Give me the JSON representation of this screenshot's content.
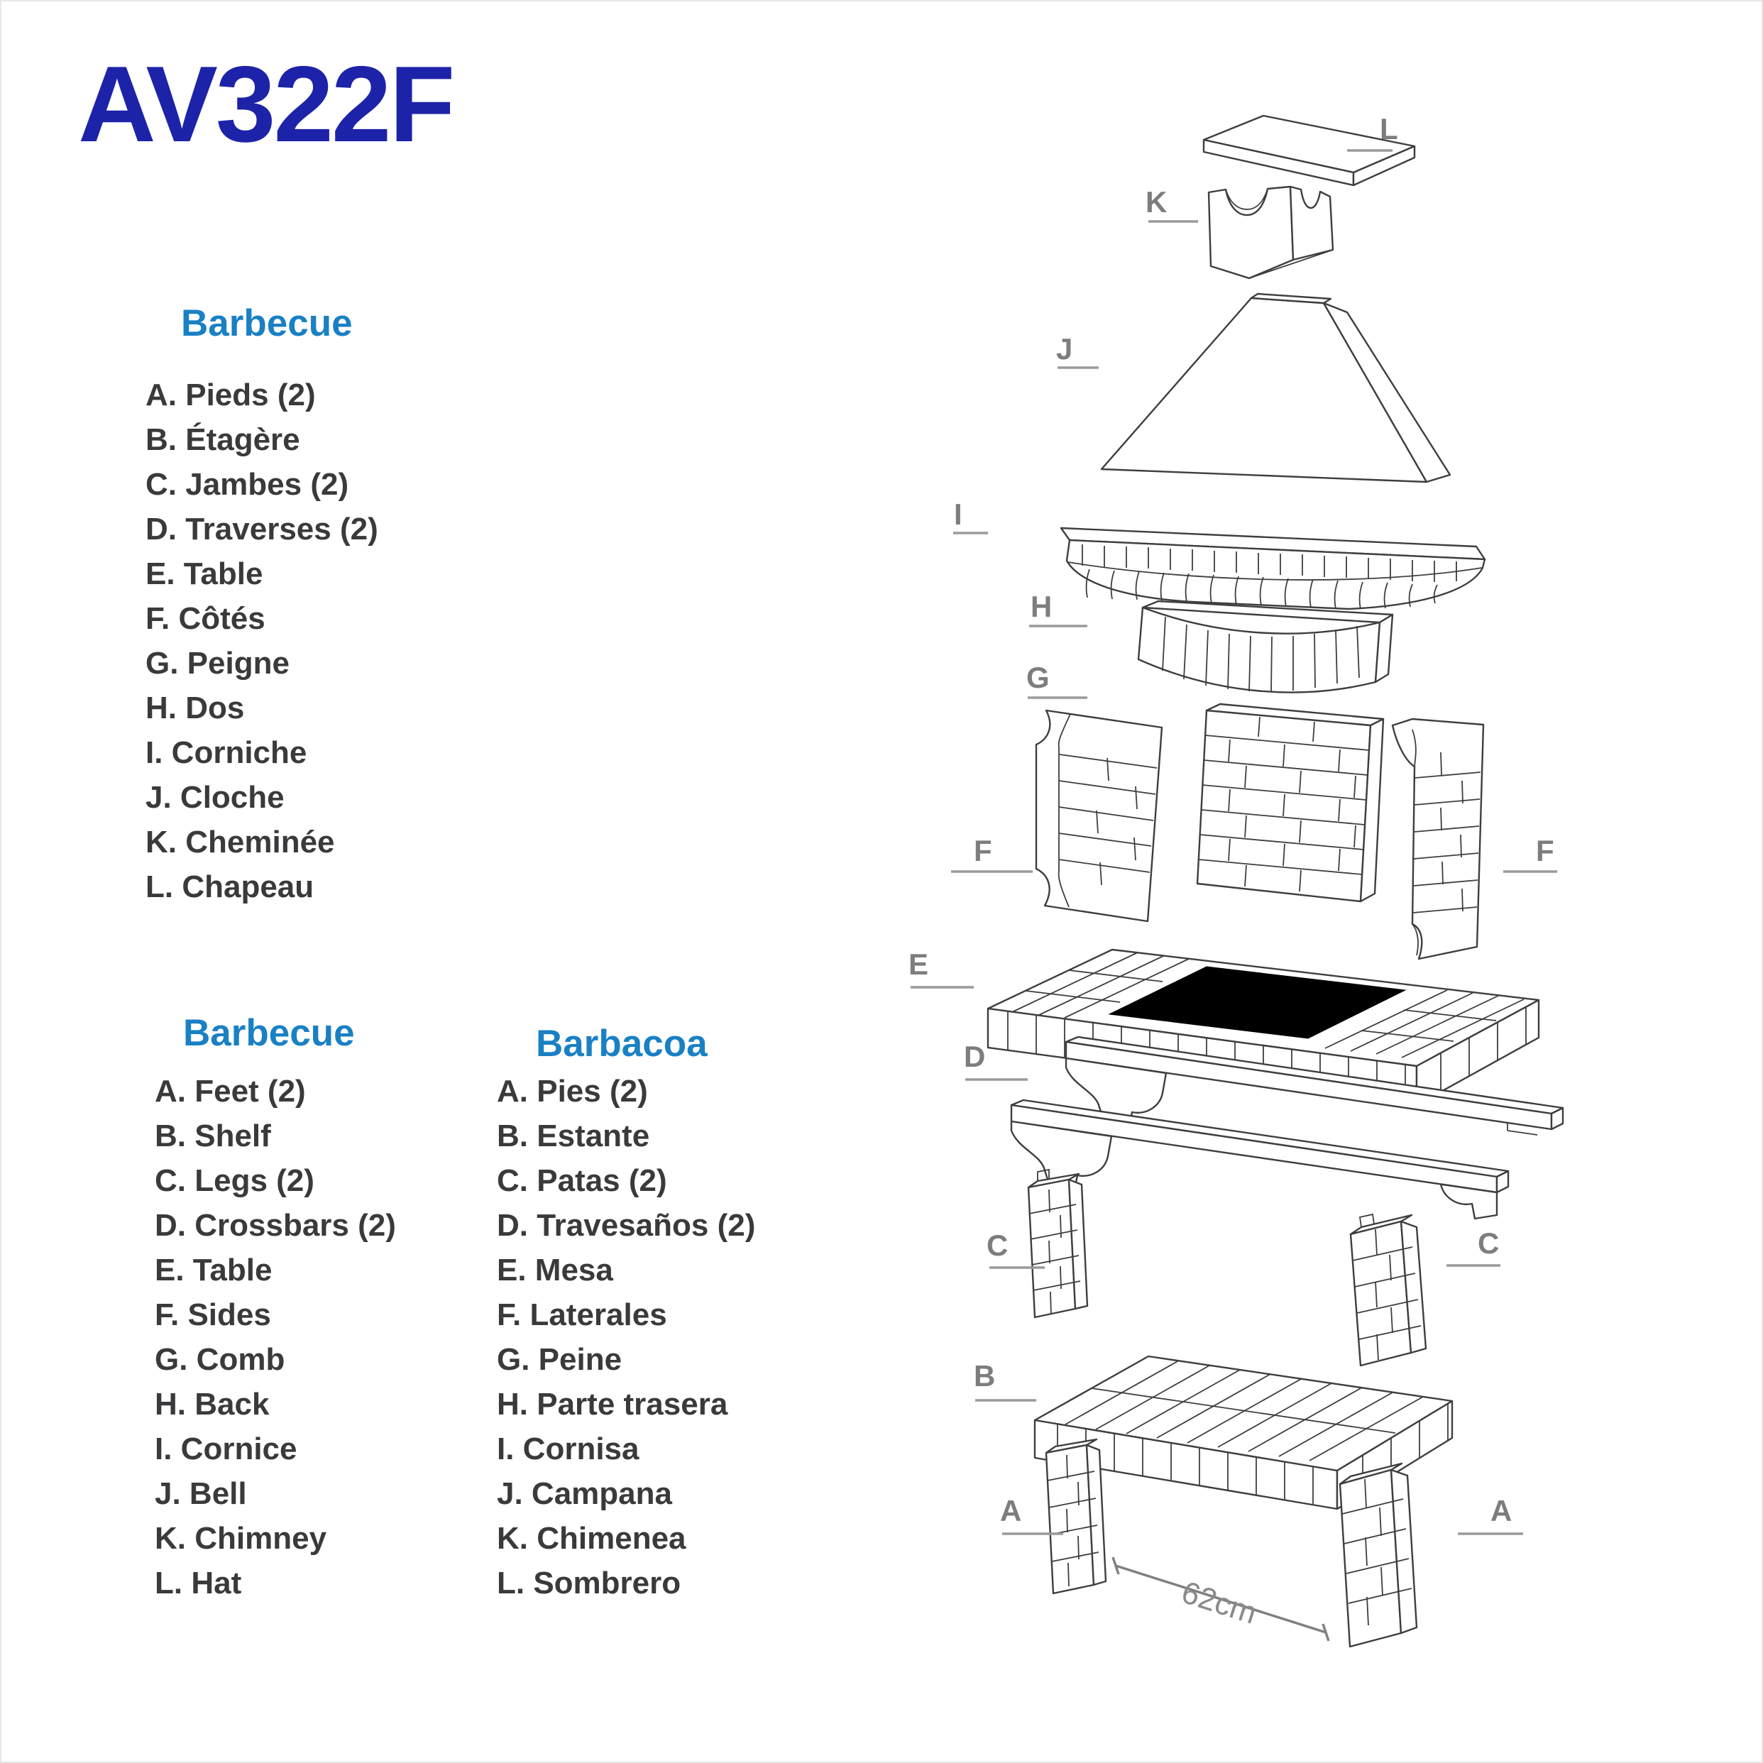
{
  "page": {
    "title": "AV322F"
  },
  "colors": {
    "title_blue": "#1d23a8",
    "heading_blue": "#1a80c4",
    "text_dark": "#3a3a3c",
    "label_gray": "#7d7d7d",
    "line_gray": "#9a9a9a"
  },
  "lists": {
    "fr": {
      "heading": "Barbecue",
      "items": [
        "A. Pieds (2)",
        "B. Étagère",
        "C. Jambes (2)",
        "D. Traverses (2)",
        "E. Table",
        "F. Côtés",
        "G. Peigne",
        "H. Dos",
        "I. Corniche",
        "J. Cloche",
        "K. Cheminée",
        "L. Chapeau"
      ]
    },
    "en": {
      "heading": "Barbecue",
      "items": [
        "A. Feet (2)",
        "B. Shelf",
        "C. Legs (2)",
        "D. Crossbars (2)",
        "E. Table",
        "F. Sides",
        "G. Comb",
        "H. Back",
        "I. Cornice",
        "J. Bell",
        "K. Chimney",
        "L. Hat"
      ]
    },
    "es": {
      "heading": "Barbacoa",
      "items": [
        "A. Pies (2)",
        "B. Estante",
        "C. Patas (2)",
        "D. Travesaños (2)",
        "E. Mesa",
        "F. Laterales",
        "G. Peine",
        "H. Parte trasera",
        "I. Cornisa",
        "J. Campana",
        "K. Chimenea",
        "L. Sombrero"
      ]
    }
  },
  "diagram": {
    "labels": {
      "L": "L",
      "K": "K",
      "J": "J",
      "I": "I",
      "H": "H",
      "G": "G",
      "F_left": "F",
      "F_right": "F",
      "E": "E",
      "D": "D",
      "C_left": "C",
      "C_right": "C",
      "B": "B",
      "A_left": "A",
      "A_right": "A"
    },
    "dimension": "62cm"
  }
}
